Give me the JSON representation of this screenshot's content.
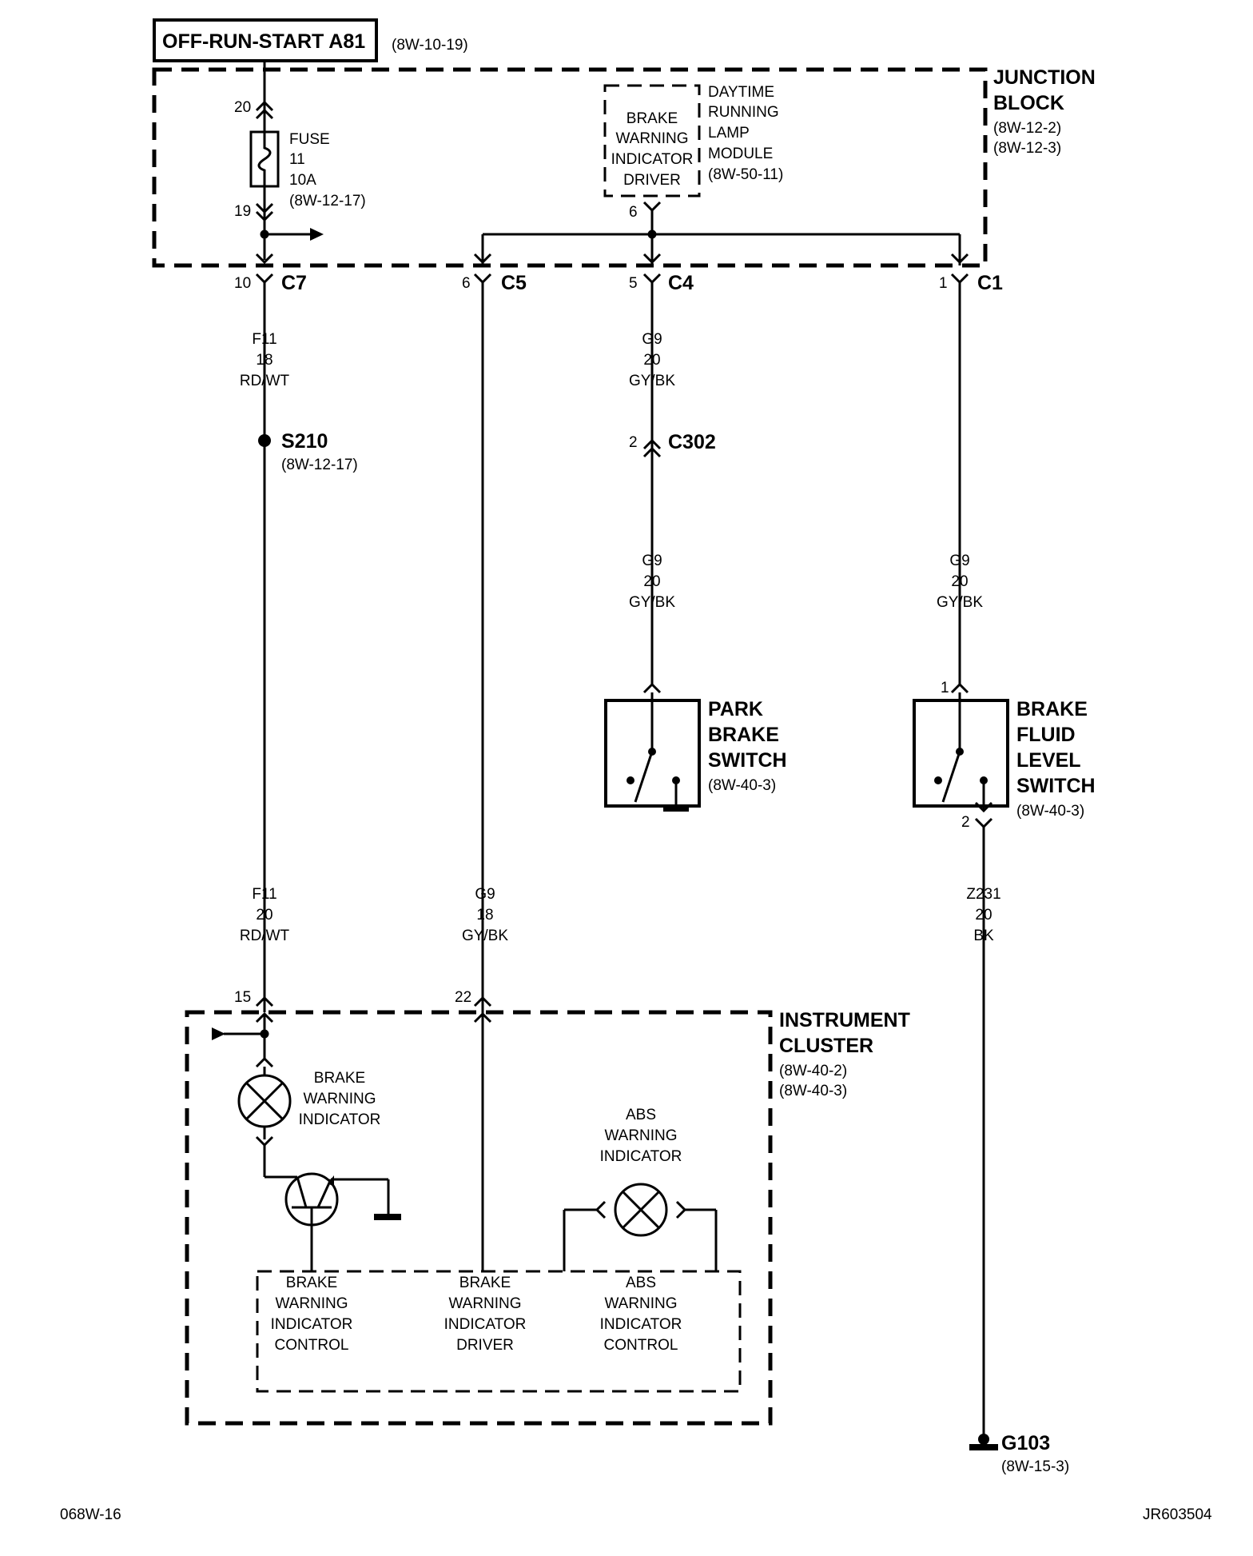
{
  "header": {
    "circuit_label": "OFF-RUN-START A81",
    "circuit_ref": "(8W-10-19)"
  },
  "junction_block": {
    "title_line1": "JUNCTION",
    "title_line2": "BLOCK",
    "ref1": "(8W-12-2)",
    "ref2": "(8W-12-3)",
    "fuse": {
      "pin_top": "20",
      "pin_bottom": "19",
      "label": "FUSE",
      "number": "11",
      "rating": "10A",
      "ref": "(8W-12-17)"
    },
    "drl_module": {
      "inner_lines": [
        "BRAKE",
        "WARNING",
        "INDICATOR",
        "DRIVER"
      ],
      "side_lines": [
        "DAYTIME",
        "RUNNING",
        "LAMP",
        "MODULE",
        "(8W-50-11)"
      ],
      "pin": "6"
    },
    "connectors": [
      {
        "pin": "10",
        "name": "C7"
      },
      {
        "pin": "6",
        "name": "C5"
      },
      {
        "pin": "5",
        "name": "C4"
      },
      {
        "pin": "1",
        "name": "C1"
      }
    ]
  },
  "wires": {
    "f11_upper": [
      "F11",
      "18",
      "RD/WT"
    ],
    "g9_c4_upper": [
      "G9",
      "20",
      "GY/BK"
    ],
    "g9_c4_lower": [
      "G9",
      "20",
      "GY/BK"
    ],
    "g9_c1": [
      "G9",
      "20",
      "GY/BK"
    ],
    "f11_lower": [
      "F11",
      "20",
      "RD/WT"
    ],
    "g9_c5": [
      "G9",
      "18",
      "GY/BK"
    ],
    "z231": [
      "Z231",
      "20",
      "BK"
    ]
  },
  "splice": {
    "name": "S210",
    "ref": "(8W-12-17)"
  },
  "c302": {
    "pin": "2",
    "name": "C302"
  },
  "park_brake_switch": {
    "lines": [
      "PARK",
      "BRAKE",
      "SWITCH"
    ],
    "ref": "(8W-40-3)"
  },
  "brake_fluid_switch": {
    "lines": [
      "BRAKE",
      "FLUID",
      "LEVEL",
      "SWITCH"
    ],
    "ref": "(8W-40-3)",
    "pin_top": "1",
    "pin_bottom": "2"
  },
  "instrument_cluster": {
    "title_line1": "INSTRUMENT",
    "title_line2": "CLUSTER",
    "ref1": "(8W-40-2)",
    "ref2": "(8W-40-3)",
    "pin_left": "15",
    "pin_right": "22",
    "brake_indicator": [
      "BRAKE",
      "WARNING",
      "INDICATOR"
    ],
    "abs_indicator": [
      "ABS",
      "WARNING",
      "INDICATOR"
    ],
    "ctrl_brake_control": [
      "BRAKE",
      "WARNING",
      "INDICATOR",
      "CONTROL"
    ],
    "ctrl_brake_driver": [
      "BRAKE",
      "WARNING",
      "INDICATOR",
      "DRIVER"
    ],
    "ctrl_abs_control": [
      "ABS",
      "WARNING",
      "INDICATOR",
      "CONTROL"
    ]
  },
  "ground": {
    "name": "G103",
    "ref": "(8W-15-3)"
  },
  "footer": {
    "left": "068W-16",
    "right": "JR603504"
  }
}
